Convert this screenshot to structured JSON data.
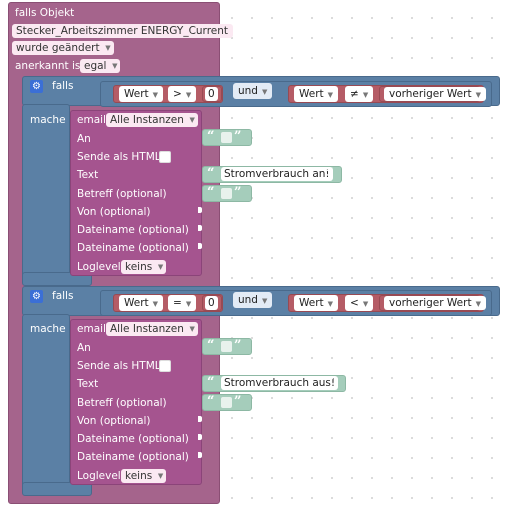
{
  "event": {
    "title": "falls Objekt",
    "object_id": "Stecker_Arbeitszimmer ENERGY_Current",
    "trigger": "wurde geändert",
    "ack_label": "anerkannt ist",
    "ack_value": "egal"
  },
  "rules": [
    {
      "if_label": "falls",
      "lhs": "Wert",
      "op": ">",
      "rhs": "0",
      "logic": "und",
      "lhs2": "Wert",
      "op2": "≠",
      "rhs2": "vorheriger Wert",
      "do_label": "mache",
      "email_label": "email",
      "instance": "Alle Instanzen",
      "to_label": "An",
      "html_label": "Sende als HTML",
      "text_label": "Text",
      "text_value": "Stromverbrauch an!",
      "subject_label": "Betreff (optional)",
      "from_label": "Von (optional)",
      "file1_label": "Dateiname (optional)",
      "file2_label": "Dateiname (optional)",
      "loglevel_label": "Loglevel",
      "loglevel": "keins"
    },
    {
      "if_label": "falls",
      "lhs": "Wert",
      "op": "=",
      "rhs": "0",
      "logic": "und",
      "lhs2": "Wert",
      "op2": "<",
      "rhs2": "vorheriger Wert",
      "do_label": "mache",
      "email_label": "email",
      "instance": "Alle Instanzen",
      "to_label": "An",
      "html_label": "Sende als HTML",
      "text_label": "Text",
      "text_value": "Stromverbrauch aus!",
      "subject_label": "Betreff (optional)",
      "from_label": "Von (optional)",
      "file1_label": "Dateiname (optional)",
      "file2_label": "Dateiname (optional)",
      "loglevel_label": "Loglevel",
      "loglevel": "keins"
    }
  ],
  "colors": {
    "event": "#a5648c",
    "control": "#5b80a5",
    "compare": "#b55c66",
    "email": "#a5548f",
    "text": "#a5cdbb"
  }
}
